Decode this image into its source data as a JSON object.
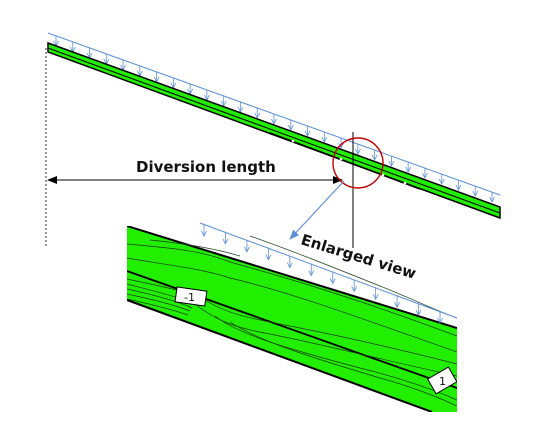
{
  "figure": {
    "diversion_label": "Diversion length",
    "enlarged_label": "Enlarged view",
    "contour_labels": [
      "-1",
      "1"
    ]
  },
  "colors": {
    "slope_fill": "#22ee00",
    "load_arrow": "#5b8fd6",
    "highlight_circle": "#c00000",
    "outline": "#000000"
  },
  "icons": {
    "load": "down-arrow-icon",
    "dimension": "double-arrow-icon"
  }
}
